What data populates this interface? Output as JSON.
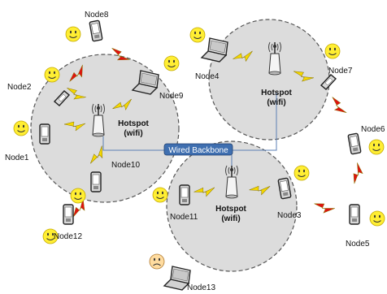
{
  "hotspots": [
    {
      "title": "Hotspot",
      "subtitle": "(wifi)"
    },
    {
      "title": "Hotspot",
      "subtitle": "(wifi)"
    },
    {
      "title": "Hotspot",
      "subtitle": "(wifi)"
    }
  ],
  "backbone_label": "Wired Backbone",
  "nodes": {
    "n1": "Node1",
    "n2": "Node2",
    "n3": "Node3",
    "n4": "Node4",
    "n5": "Node5",
    "n6": "Node6",
    "n7": "Node7",
    "n8": "Node8",
    "n9": "Node9",
    "n10": "Node10",
    "n11": "Node11",
    "n12": "Node12",
    "n13": "Node13"
  },
  "colors": {
    "cell_fill": "#dcdcdc",
    "cell_border": "#555555",
    "wifi_link": "#f5d800",
    "p2p_link": "#e01010",
    "backbone_label_bg": "#3f6fb0",
    "smiley": "#ffee33"
  }
}
